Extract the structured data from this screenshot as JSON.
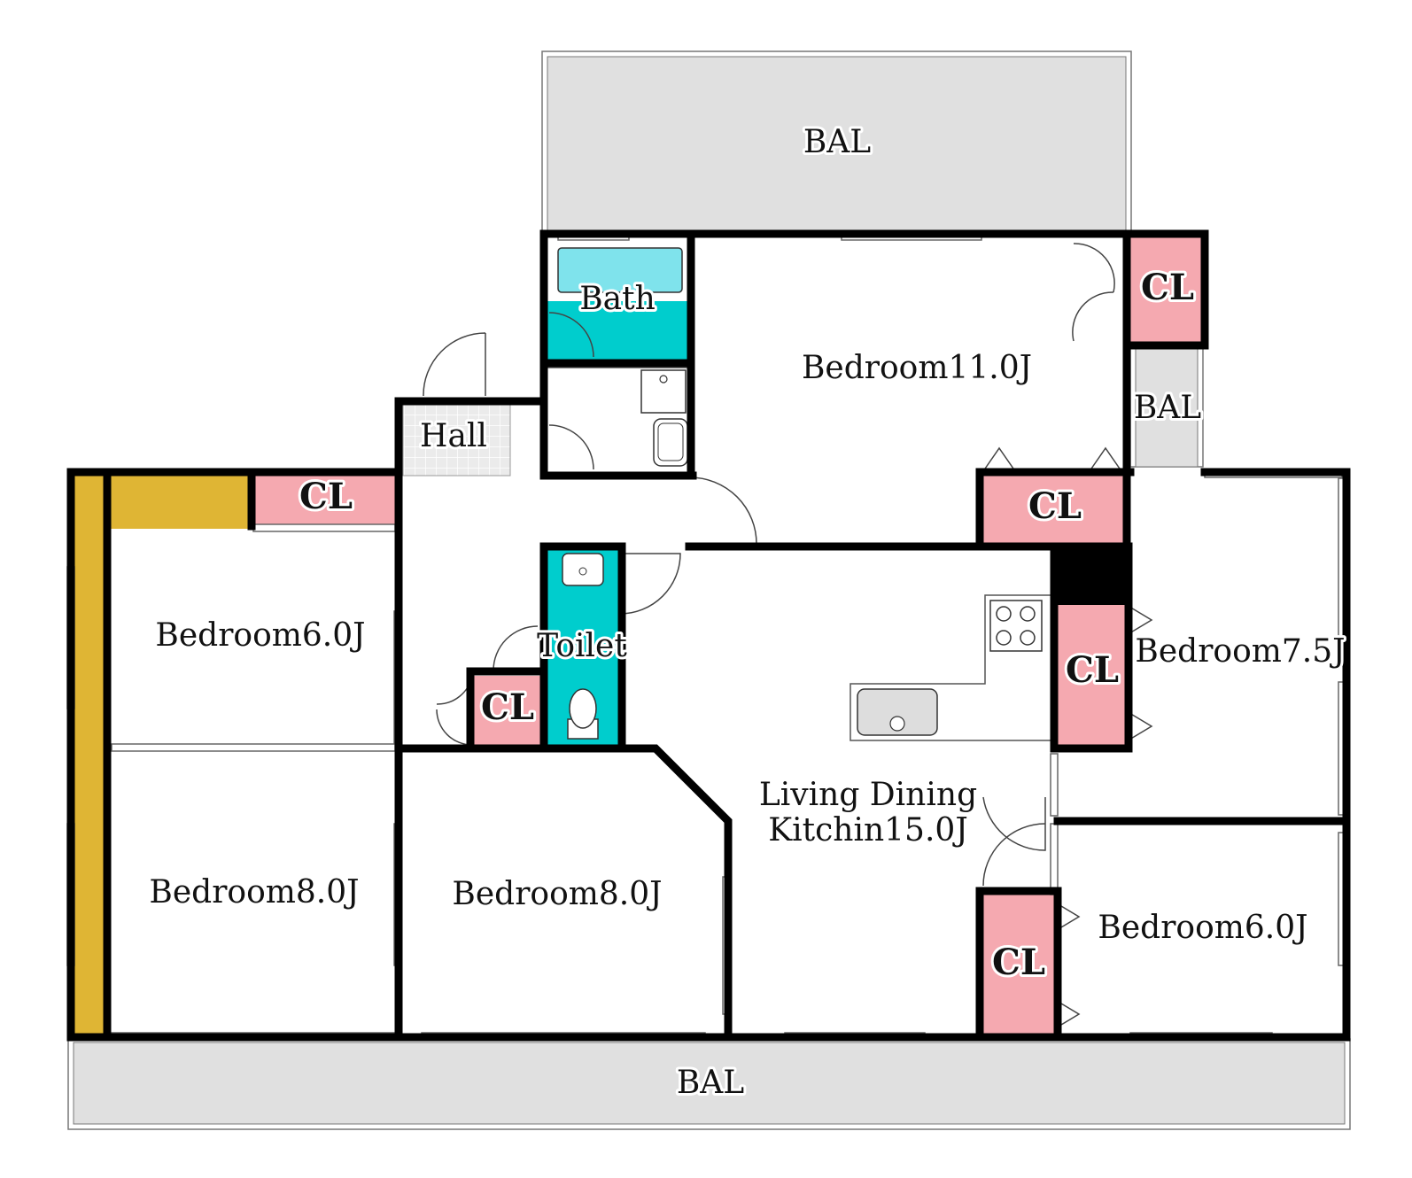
{
  "plan": {
    "colors": {
      "wall": "#000000",
      "balcony": "#e0e0e0",
      "closet": "#f5a9b0",
      "wet_area": "#00cdcd",
      "storage": "#dfb534",
      "hall_tile": "#e6e6e6"
    },
    "balconies": {
      "top": "BAL",
      "side": "BAL",
      "bottom": "BAL"
    },
    "rooms": {
      "bath": "Bath",
      "hall": "Hall",
      "toilet": "Toilet",
      "bedroom_11": "Bedroom11.0J",
      "bedroom_6_left": "Bedroom6.0J",
      "bedroom_8_left": "Bedroom8.0J",
      "bedroom_8_center": "Bedroom8.0J",
      "bedroom_7_5": "Bedroom7.5J",
      "bedroom_6_right": "Bedroom6.0J",
      "ldk_line1": "Living Dining",
      "ldk_line2": "Kitchin15.0J"
    },
    "closets": {
      "top_right": "CL",
      "left_bedroom": "CL",
      "center_top": "CL",
      "near_toilet": "CL",
      "right_middle": "CL",
      "bottom_right": "CL"
    },
    "icons": [
      "door-swing-icon",
      "window-icon",
      "bathtub-icon",
      "toilet-icon",
      "sink-icon",
      "washbasin-icon",
      "stove-icon"
    ]
  }
}
